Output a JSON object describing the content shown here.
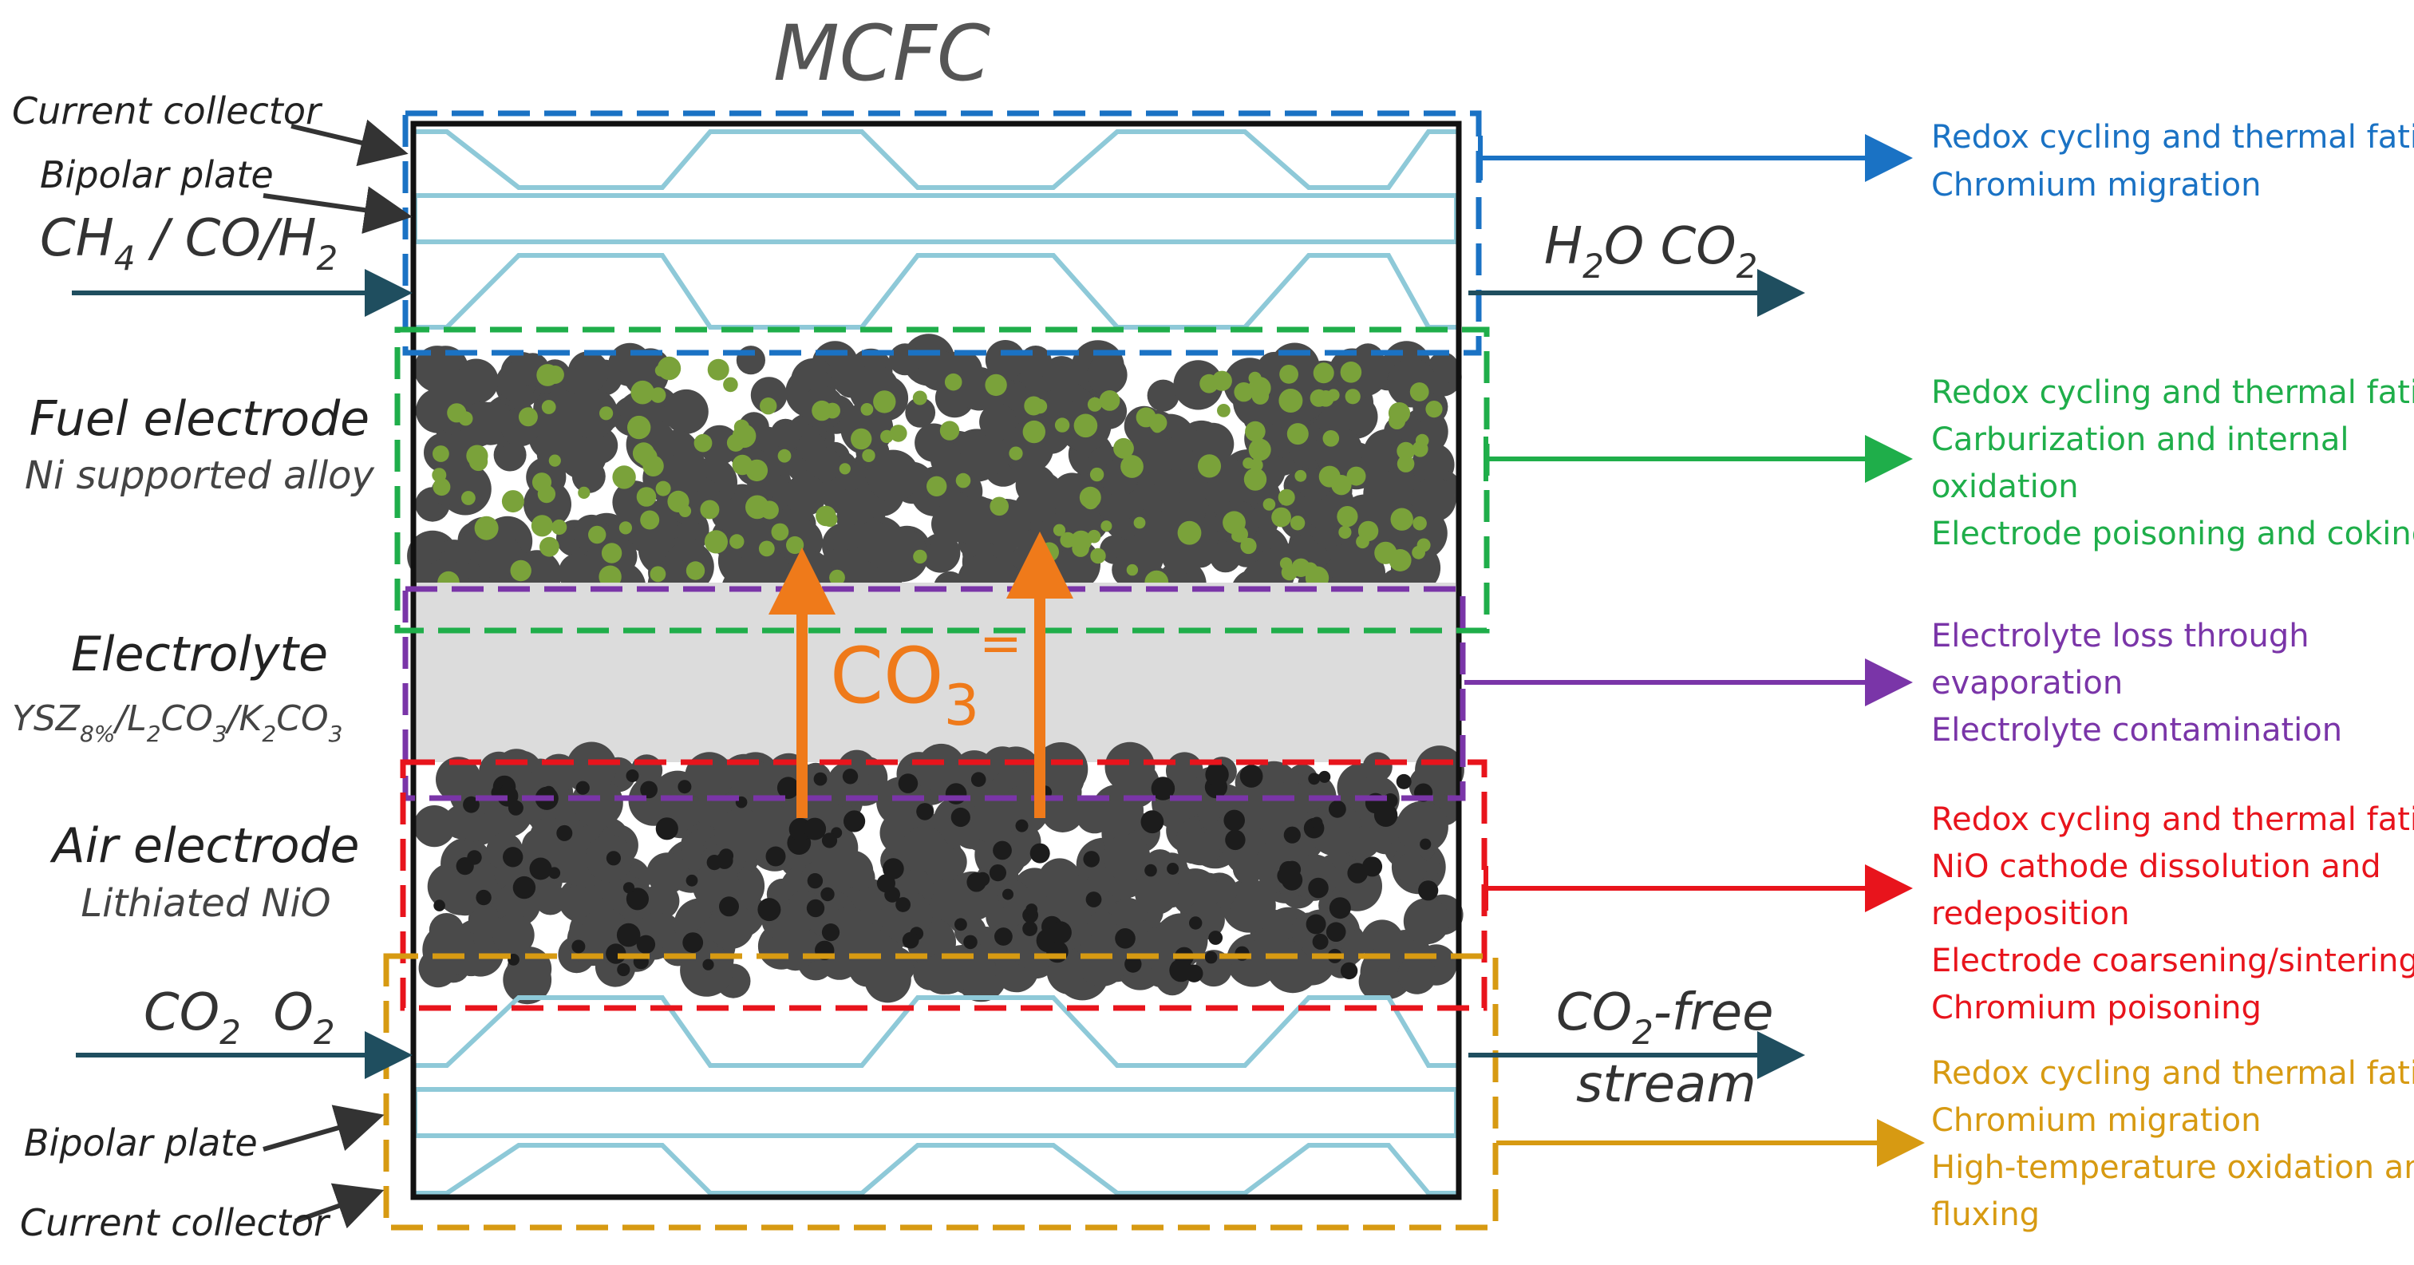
{
  "title": "MCFC",
  "labels": {
    "current_collector_top": "Current collector",
    "bipolar_plate_top": "Bipolar plate",
    "fuel_in": {
      "base": "CH",
      "s1": "4",
      "mid": " / CO/H",
      "s2": "2"
    },
    "fuel_out": {
      "a": "H",
      "s1": "2",
      "b": "O CO",
      "s2": "2"
    },
    "fuel_electrode": "Fuel electrode",
    "fuel_electrode_sub": "Ni supported alloy",
    "electrolyte": "Electrolyte",
    "electrolyte_sub": {
      "a": "YSZ",
      "s1": "8%",
      "b": "/L",
      "s2": "2",
      "c": "CO",
      "s3": "3",
      "d": "/K",
      "s4": "2",
      "e": "CO",
      "s5": "3"
    },
    "air_electrode": "Air electrode",
    "air_electrode_sub": "Lithiated NiO",
    "air_in": {
      "a": "CO",
      "s1": "2",
      "b": "  O",
      "s2": "2"
    },
    "air_out_1": {
      "a": "CO",
      "s1": "2",
      "b": "-free"
    },
    "air_out_2": "stream",
    "bipolar_plate_bottom": "Bipolar plate",
    "current_collector_bottom": "Current collector",
    "ion": {
      "a": "CO",
      "s1": "3",
      "sup": "="
    }
  },
  "degradation": {
    "interconnect_top": {
      "color": "#1a72c4",
      "lines": [
        "Redox cycling and thermal fatigue",
        "Chromium migration"
      ]
    },
    "fuel_electrode": {
      "color": "#1fae4a",
      "lines": [
        "Redox cycling and thermal fatigue",
        "Carburization and internal",
        "oxidation",
        "Electrode poisoning and coking"
      ]
    },
    "electrolyte": {
      "color": "#7a35a8",
      "lines": [
        "Electrolyte loss through",
        "evaporation",
        "Electrolyte contamination"
      ]
    },
    "air_electrode": {
      "color": "#e8141c",
      "lines": [
        "Redox cycling and thermal fatigue",
        "NiO cathode dissolution and",
        "redeposition",
        "Electrode coarsening/sintering",
        "Chromium poisoning"
      ]
    },
    "interconnect_bottom": {
      "color": "#d79a12",
      "lines": [
        "Redox cycling and thermal fatigue",
        "Chromium migration",
        "High-temperature oxidation and",
        "fluxing"
      ]
    }
  },
  "colors": {
    "frame": "#111111",
    "collector": "#8ec9d8",
    "electrolyte_fill": "#dcdcdc",
    "particle": "#4a4a4a",
    "ni_dot": "#7aa23a",
    "dark_dot": "#1c1c1c",
    "flow_arrow": "#1f4e5f",
    "ion_arrow": "#ef7a1a",
    "label_arrow": "#333333"
  }
}
